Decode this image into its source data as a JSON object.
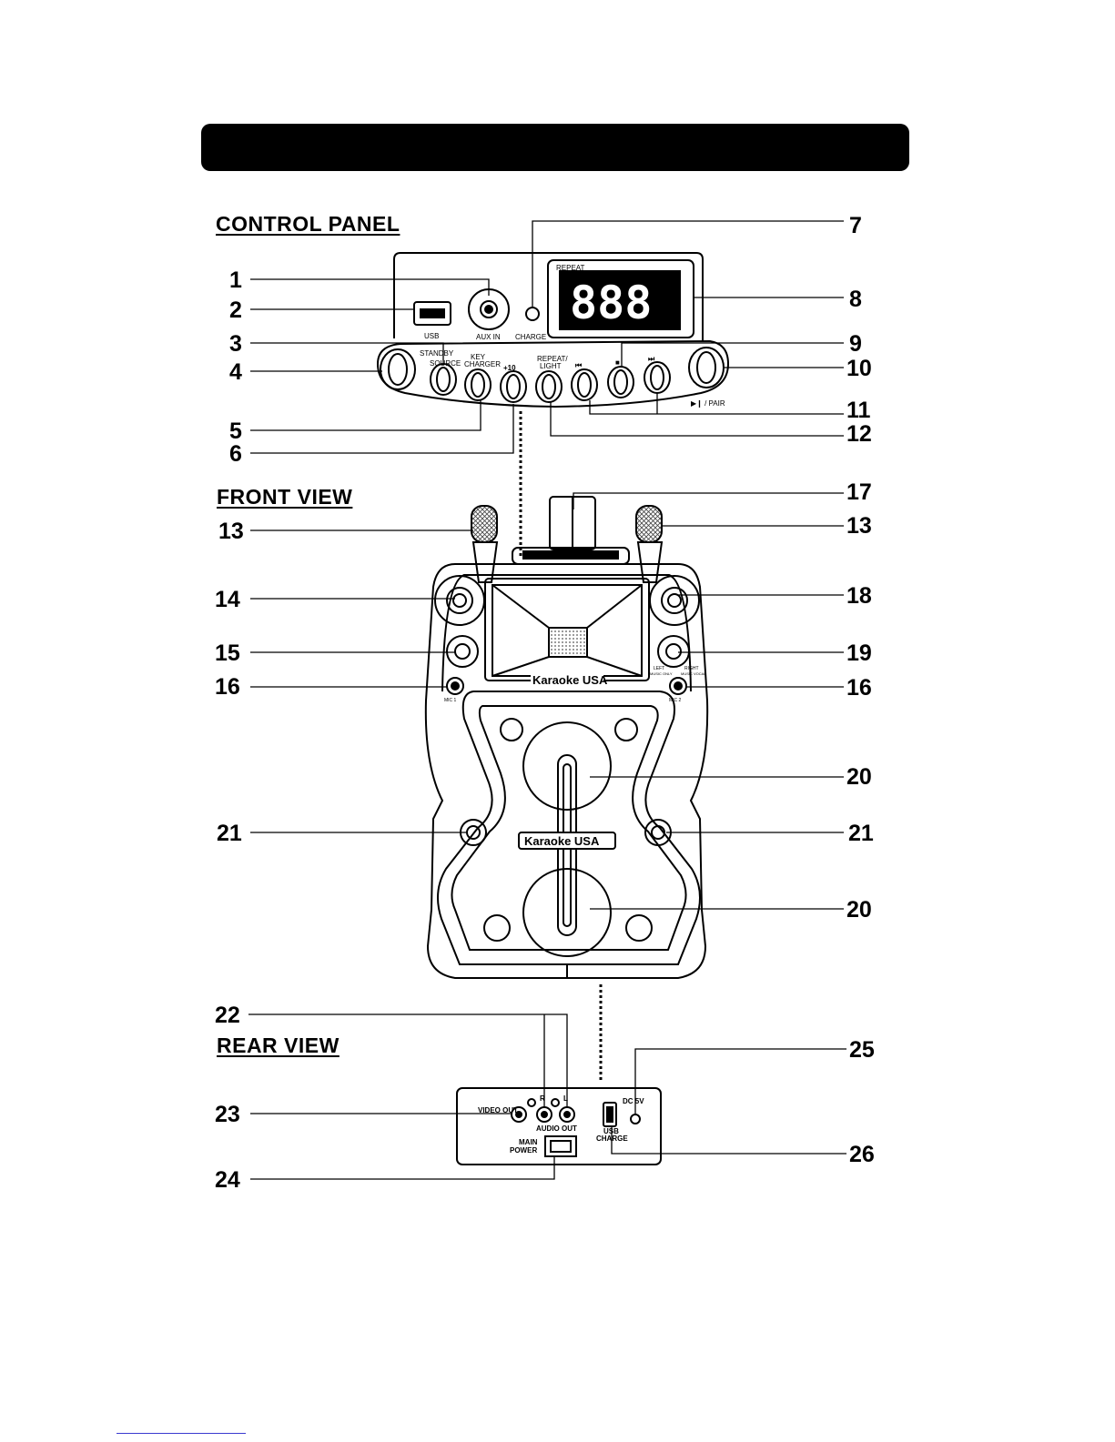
{
  "sections": {
    "control_panel": "CONTROL PANEL",
    "front_view": "FRONT VIEW",
    "rear_view": "REAR VIEW"
  },
  "control_panel": {
    "usb": "USB",
    "aux_in": "AUX IN",
    "charge": "CHARGE",
    "display_repeat": "REPEAT",
    "display_digits": "888",
    "standby": "STANDBY",
    "source": "SOURCE",
    "key_changer": "KEY",
    "key_changer_2": "CHARGER",
    "plus10": "+10",
    "repeat_light": "REPEAT/",
    "repeat_light_2": "LIGHT",
    "play_pair": "▶❙ / PAIR",
    "prev": "⏮",
    "stop": "■",
    "next": "⏭"
  },
  "front_view": {
    "logo_top": "Karaoke USA",
    "logo_center": "Karaoke USA",
    "left_labels": {
      "mic1": "MIC 1"
    },
    "right_labels": {
      "mic2": "MIC 2",
      "left": "LEFT",
      "right": "RIGHT",
      "music_only": "MUSIC ONLY",
      "music_vocal": "MUSIC VOCAL"
    }
  },
  "rear_view": {
    "video_out": "VIDEO OUT",
    "audio_out": "AUDIO OUT",
    "r": "R",
    "l": "L",
    "dc5v": "DC 5V",
    "usb": "USB",
    "charge": "CHARGE",
    "main": "MAIN",
    "power": "POWER"
  },
  "callouts": {
    "n1": "1",
    "n2": "2",
    "n3": "3",
    "n4": "4",
    "n5": "5",
    "n6": "6",
    "n7": "7",
    "n8": "8",
    "n9": "9",
    "n10": "10",
    "n11": "11",
    "n12": "12",
    "n13a": "13",
    "n13b": "13",
    "n14": "14",
    "n15": "15",
    "n16a": "16",
    "n16b": "16",
    "n17": "17",
    "n18": "18",
    "n19": "19",
    "n20a": "20",
    "n20b": "20",
    "n21a": "21",
    "n21b": "21",
    "n22": "22",
    "n23": "23",
    "n24": "24",
    "n25": "25",
    "n26": "26"
  }
}
